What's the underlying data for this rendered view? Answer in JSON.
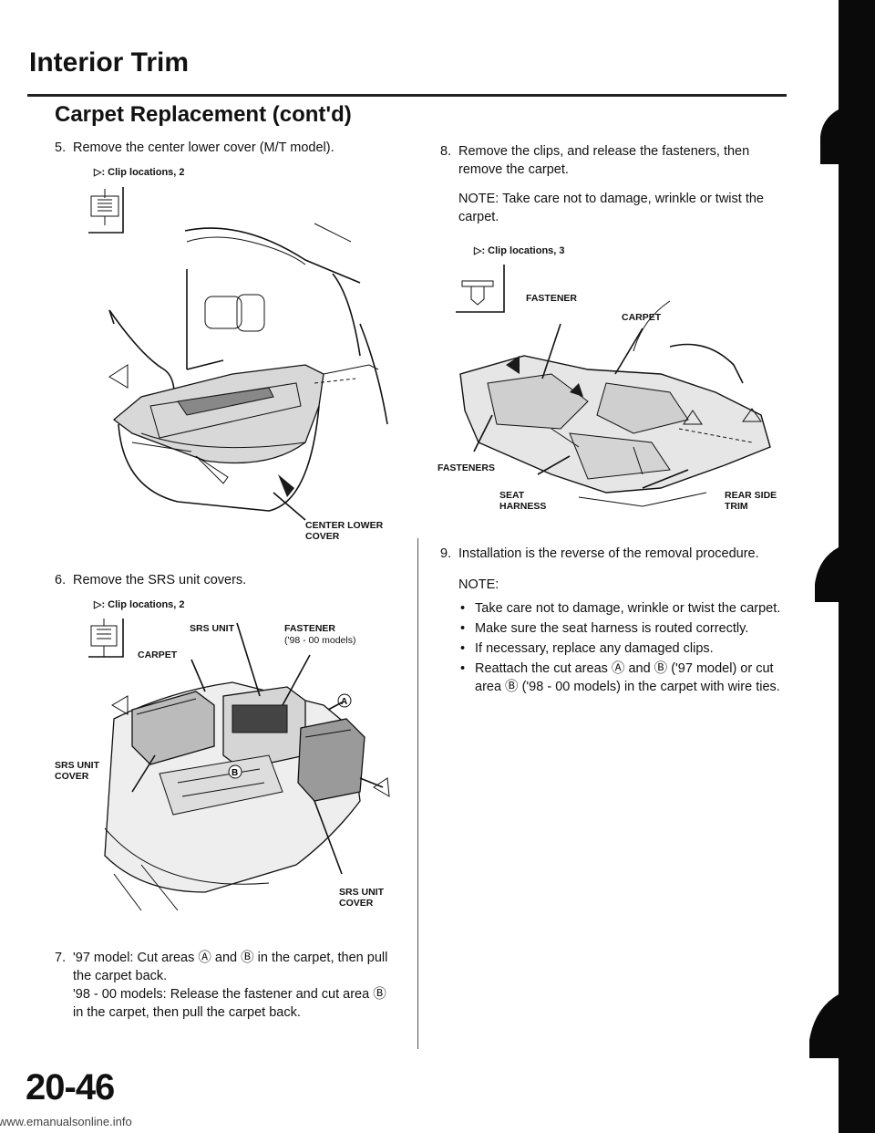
{
  "header": {
    "title": "Interior Trim",
    "subtitle": "Carpet Replacement (cont'd)"
  },
  "steps": {
    "s5": {
      "num": "5.",
      "text": "Remove the center lower cover (M/T model)."
    },
    "s6": {
      "num": "6.",
      "text": "Remove the SRS unit covers."
    },
    "s7": {
      "num": "7.",
      "text_1": "'97 model: Cut areas Ⓐ and Ⓑ in the carpet, then pull the carpet back.",
      "text_2": "'98 - 00 models: Release the fastener and cut area Ⓑ in the carpet, then pull the carpet back."
    },
    "s8": {
      "num": "8.",
      "text": "Remove the clips, and release the fasteners, then remove the carpet.",
      "note": "NOTE: Take care not to damage, wrinkle or twist the carpet."
    },
    "s9": {
      "num": "9.",
      "text": "Installation is the reverse of the removal procedure.",
      "note_head": "NOTE:",
      "notes": [
        "Take care not to damage, wrinkle or twist the carpet.",
        "Make sure the seat harness is routed correctly.",
        "If necessary, replace any damaged clips.",
        "Reattach the cut areas Ⓐ and Ⓑ ('97 model) or cut area Ⓑ ('98 - 00 models) in the carpet with wire ties."
      ]
    }
  },
  "figures": {
    "fig1": {
      "legend": "▷: Clip locations, 2",
      "label_cover": "CENTER LOWER COVER"
    },
    "fig2": {
      "legend": "▷: Clip locations, 2",
      "label_srs_unit": "SRS UNIT",
      "label_fastener": "FASTENER",
      "label_fastener_note": "('98 - 00 models)",
      "label_carpet": "CARPET",
      "label_srs_cover_left": "SRS UNIT COVER",
      "label_srs_cover_right": "SRS UNIT COVER",
      "mark_a": "Ⓐ",
      "mark_b": "Ⓑ"
    },
    "fig3": {
      "legend": "▷: Clip locations, 3",
      "label_fastener": "FASTENER",
      "label_carpet": "CARPET",
      "label_fasteners": "FASTENERS",
      "label_seat_harness": "SEAT HARNESS",
      "label_rear_side_trim": "REAR SIDE TRIM"
    }
  },
  "footer": {
    "page_number": "20-46",
    "website": "www.emanualsonline.info"
  }
}
